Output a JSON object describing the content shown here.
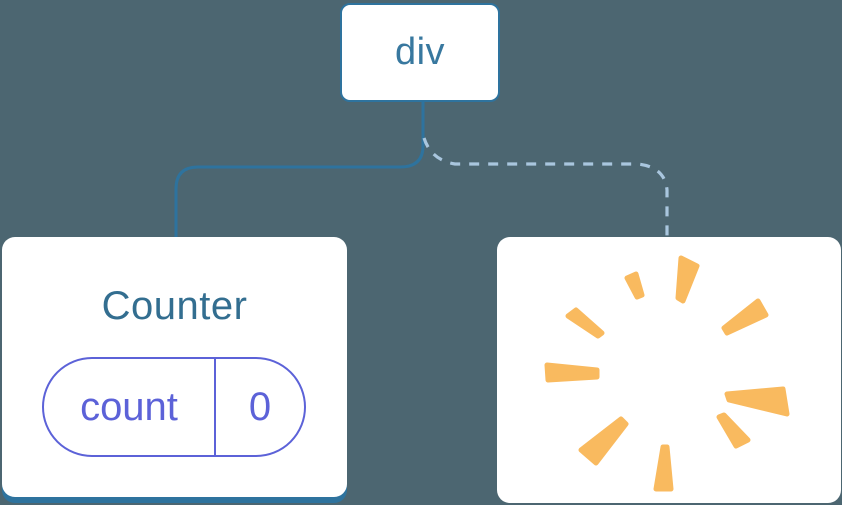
{
  "colors": {
    "background": "#4c6671",
    "accent_blue": "#2e739e",
    "node_text_blue": "#38789f",
    "title_blue": "#336e90",
    "dashed_blue": "#a9c6de",
    "pill_purple": "#5c62d8",
    "burst_orange": "#f9ba5f",
    "card_white": "#ffffff"
  },
  "diagram": {
    "root_node": {
      "label": "div"
    },
    "connectors": {
      "left_style": "solid",
      "right_style": "dashed"
    },
    "counter_card": {
      "title": "Counter",
      "state": {
        "name": "count",
        "value": "0"
      }
    },
    "removed_card": {
      "icon": "poof-burst-icon"
    }
  }
}
